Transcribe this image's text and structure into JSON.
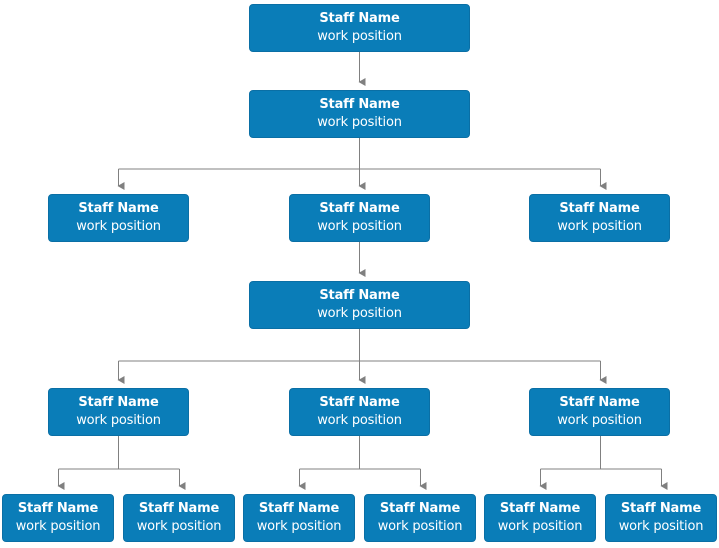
{
  "colors": {
    "box_fill": "#0a7db8",
    "box_text": "#ffffff",
    "connector": "#808080"
  },
  "org_chart": {
    "nodes": [
      {
        "id": "n1",
        "name": "Staff Name",
        "position": "work position"
      },
      {
        "id": "n2",
        "name": "Staff Name",
        "position": "work position"
      },
      {
        "id": "n3a",
        "name": "Staff Name",
        "position": "work position"
      },
      {
        "id": "n3b",
        "name": "Staff Name",
        "position": "work position"
      },
      {
        "id": "n3c",
        "name": "Staff Name",
        "position": "work position"
      },
      {
        "id": "n4",
        "name": "Staff Name",
        "position": "work position"
      },
      {
        "id": "n5a",
        "name": "Staff Name",
        "position": "work position"
      },
      {
        "id": "n5b",
        "name": "Staff Name",
        "position": "work position"
      },
      {
        "id": "n5c",
        "name": "Staff Name",
        "position": "work position"
      },
      {
        "id": "n6a",
        "name": "Staff Name",
        "position": "work position"
      },
      {
        "id": "n6b",
        "name": "Staff Name",
        "position": "work position"
      },
      {
        "id": "n6c",
        "name": "Staff Name",
        "position": "work position"
      },
      {
        "id": "n6d",
        "name": "Staff Name",
        "position": "work position"
      },
      {
        "id": "n6e",
        "name": "Staff Name",
        "position": "work position"
      },
      {
        "id": "n6f",
        "name": "Staff Name",
        "position": "work position"
      }
    ],
    "edges": [
      {
        "from": "n1",
        "to": "n2"
      },
      {
        "from": "n2",
        "to": "n3a"
      },
      {
        "from": "n2",
        "to": "n3b"
      },
      {
        "from": "n2",
        "to": "n3c"
      },
      {
        "from": "n3b",
        "to": "n4"
      },
      {
        "from": "n4",
        "to": "n5a"
      },
      {
        "from": "n4",
        "to": "n5b"
      },
      {
        "from": "n4",
        "to": "n5c"
      },
      {
        "from": "n5a",
        "to": "n6a"
      },
      {
        "from": "n5a",
        "to": "n6b"
      },
      {
        "from": "n5b",
        "to": "n6c"
      },
      {
        "from": "n5b",
        "to": "n6d"
      },
      {
        "from": "n5c",
        "to": "n6e"
      },
      {
        "from": "n5c",
        "to": "n6f"
      }
    ]
  }
}
